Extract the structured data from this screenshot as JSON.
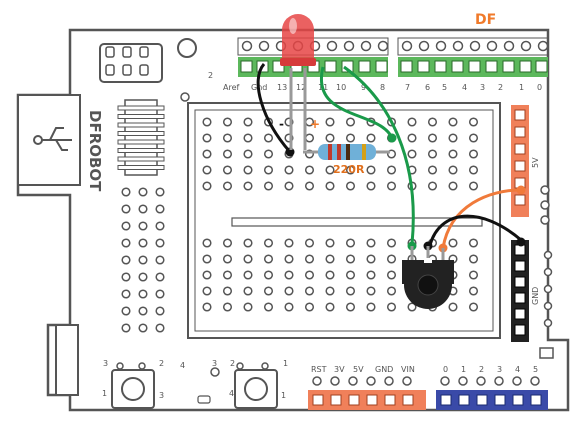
{
  "board": {
    "brand_top": "DF",
    "brand_side": "DFROBOT",
    "colors": {
      "board_outline": "#555555",
      "green_header": "#5cb85c",
      "orange_header": "#f0805a",
      "blue_header": "#3a4aa8",
      "brand": "#f07a2a",
      "resistor_body": "#6fb0d8"
    }
  },
  "digital_header_labels": [
    "2",
    "Aref",
    "Gnd",
    "13",
    "12",
    "11",
    "10",
    "9",
    "8",
    "7",
    "6",
    "5",
    "4",
    "3",
    "2",
    "1",
    "0"
  ],
  "power_header_labels": [
    "RST",
    "3V",
    "5V",
    "GND",
    "VIN"
  ],
  "analog_header_labels": [
    "0",
    "1",
    "2",
    "3",
    "4",
    "5"
  ],
  "side_labels": {
    "five_v": "5V",
    "gnd": "GND"
  },
  "button_pin_labels": [
    "3",
    "2",
    "4",
    "1",
    "3",
    "2",
    "1",
    "3",
    "4",
    "1"
  ],
  "components": {
    "led_minus": "-",
    "led_plus": "+",
    "resistor_label": "220R"
  },
  "icons": [
    "usb-icon",
    "led-icon",
    "resistor-icon",
    "potentiometer-icon",
    "pushbutton-icon"
  ]
}
